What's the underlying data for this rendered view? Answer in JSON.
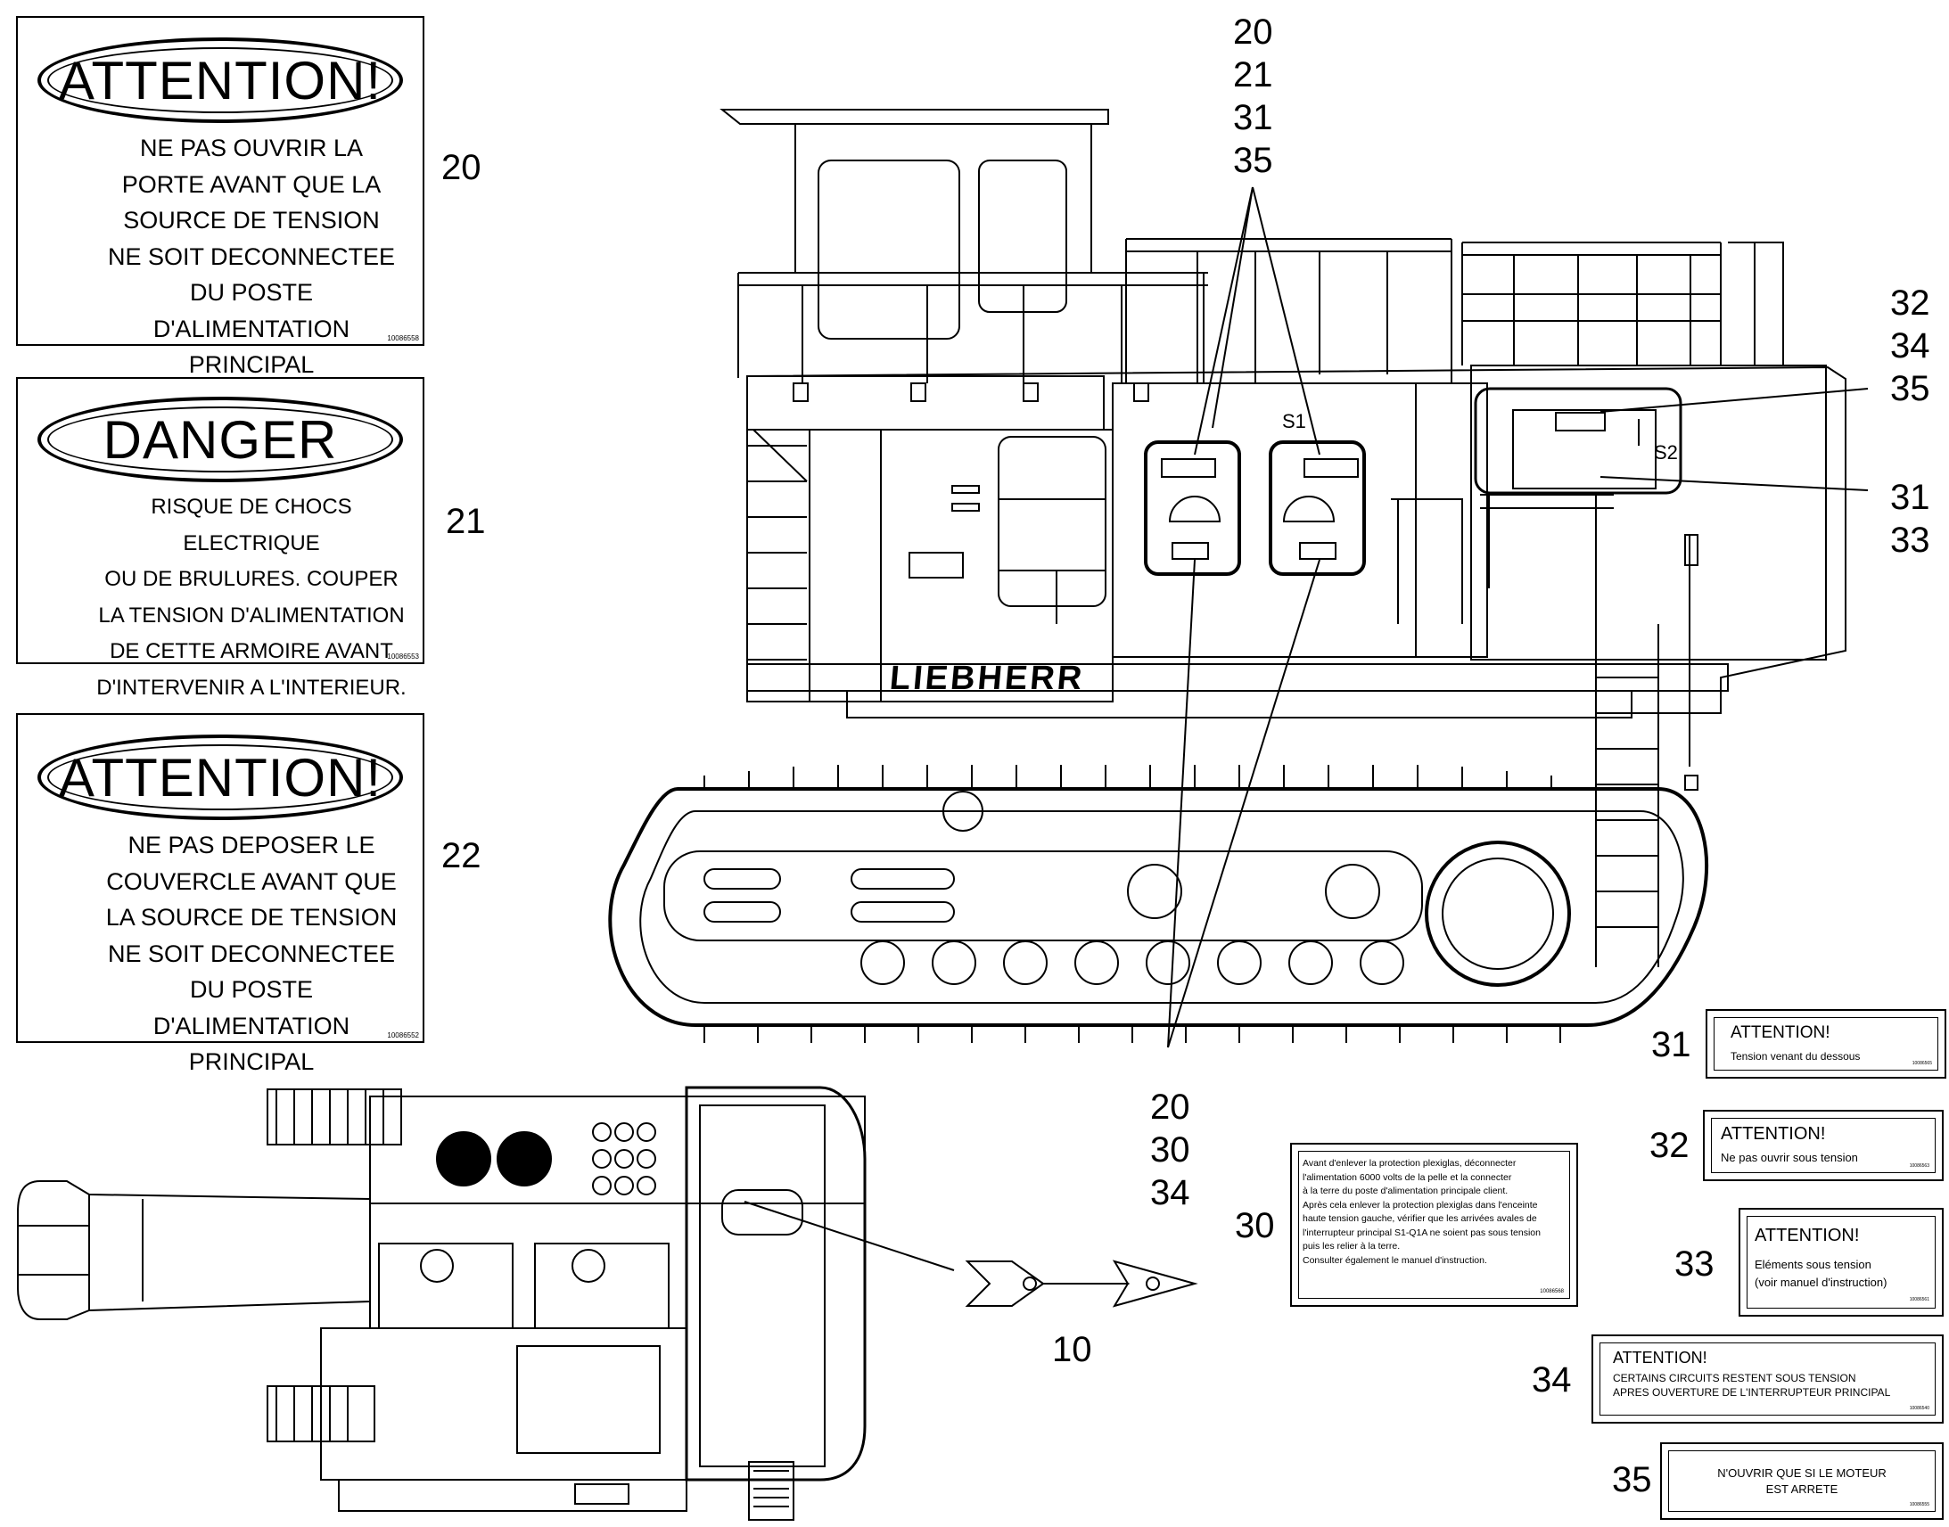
{
  "labels": {
    "l20": {
      "title": "ATTENTION!",
      "lines": [
        "NE PAS OUVRIR LA",
        "PORTE AVANT QUE LA",
        "SOURCE DE TENSION",
        "NE SOIT DECONNECTEE",
        "DU POSTE D'ALIMENTATION",
        "PRINCIPAL"
      ],
      "code": "10086558",
      "ref": "20"
    },
    "l21": {
      "title": "DANGER",
      "lines": [
        "RISQUE DE CHOCS ELECTRIQUE",
        "OU DE BRULURES. COUPER",
        "LA TENSION D'ALIMENTATION",
        "DE CETTE ARMOIRE AVANT",
        "D'INTERVENIR A L'INTERIEUR."
      ],
      "code": "10086553",
      "ref": "21"
    },
    "l22": {
      "title": "ATTENTION!",
      "lines": [
        "NE PAS DEPOSER LE",
        "COUVERCLE AVANT QUE",
        "LA SOURCE DE TENSION",
        "NE SOIT DECONNECTEE",
        "DU POSTE D'ALIMENTATION",
        "PRINCIPAL"
      ],
      "code": "10086552",
      "ref": "22"
    },
    "l30": {
      "lines": [
        "Avant d'enlever la protection plexiglas, déconnecter",
        "l'alimentation 6000 volts de la pelle et la connecter",
        "à la terre du poste d'alimentation principale client.",
        "Après cela enlever la protection plexiglas dans l'enceinte",
        "haute tension gauche, vérifier que les arrivées avales de",
        "l'interrupteur principal S1-Q1A ne soient pas sous tension",
        "puis les relier à la terre.",
        "Consulter également le manuel d'instruction."
      ],
      "code": "10086568",
      "ref": "30"
    },
    "l31": {
      "title": "ATTENTION!",
      "lines": [
        "Tension venant du dessous"
      ],
      "code": "10086565",
      "ref": "31"
    },
    "l32": {
      "title": "ATTENTION!",
      "lines": [
        "Ne pas ouvrir sous tension"
      ],
      "code": "10086563",
      "ref": "32"
    },
    "l33": {
      "title": "ATTENTION!",
      "lines": [
        "Eléments sous tension",
        "(voir manuel d'instruction)"
      ],
      "code": "10086561",
      "ref": "33"
    },
    "l34": {
      "title": "ATTENTION!",
      "lines": [
        "CERTAINS CIRCUITS RESTENT SOUS TENSION",
        "APRES OUVERTURE DE L'INTERRUPTEUR PRINCIPAL"
      ],
      "code": "10086540",
      "ref": "34"
    },
    "l35": {
      "lines": [
        "N'OUVRIR QUE SI LE MOTEUR",
        "EST ARRETE"
      ],
      "code": "10086555",
      "ref": "35"
    }
  },
  "callouts": {
    "top_group": [
      "20",
      "21",
      "31",
      "35"
    ],
    "right_group_a": [
      "32",
      "34",
      "35"
    ],
    "right_group_b": [
      "31",
      "33"
    ],
    "bottom_group": [
      "20",
      "30",
      "34"
    ],
    "arrow_ref": "10"
  },
  "machine": {
    "brand": "LIEBHERR",
    "cabinet_s1": "S1",
    "cabinet_s2": "S2"
  }
}
